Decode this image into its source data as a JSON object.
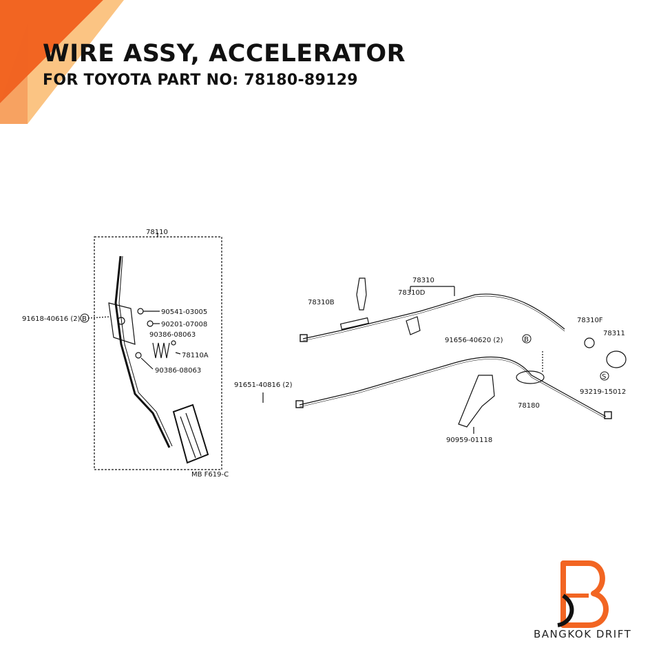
{
  "header": {
    "title": "WIRE ASSY, ACCELERATOR",
    "subtitle": "FOR TOYOTA PART NO: 78180-89129"
  },
  "colors": {
    "accent_orange": "#F26522",
    "accent_orange_light": "#F7941D",
    "ink": "#111111"
  },
  "diagram": {
    "labels": {
      "l78110": "78110",
      "l91618": "91618-40616 (2)",
      "l90541": "90541-03005",
      "l90201": "90201-07008",
      "l90386a": "90386-08063",
      "l78110a": "78110A",
      "l90386b": "90386-08063",
      "lmbf": "MB F619-C",
      "l78310": "78310",
      "l78310b": "78310B",
      "l78310d": "78310D",
      "l78310f": "78310F",
      "l78311": "78311",
      "l91656": "91656-40620 (2)",
      "l93219": "93219-15012",
      "l78180": "78180",
      "l91651": "91651-40816 (2)",
      "l90959": "90959-01118",
      "callout_b": "B",
      "callout_s": "S"
    }
  },
  "brand": {
    "name": "BANGKOK DRIFT",
    "logo_icon": "b-letter-logo"
  }
}
